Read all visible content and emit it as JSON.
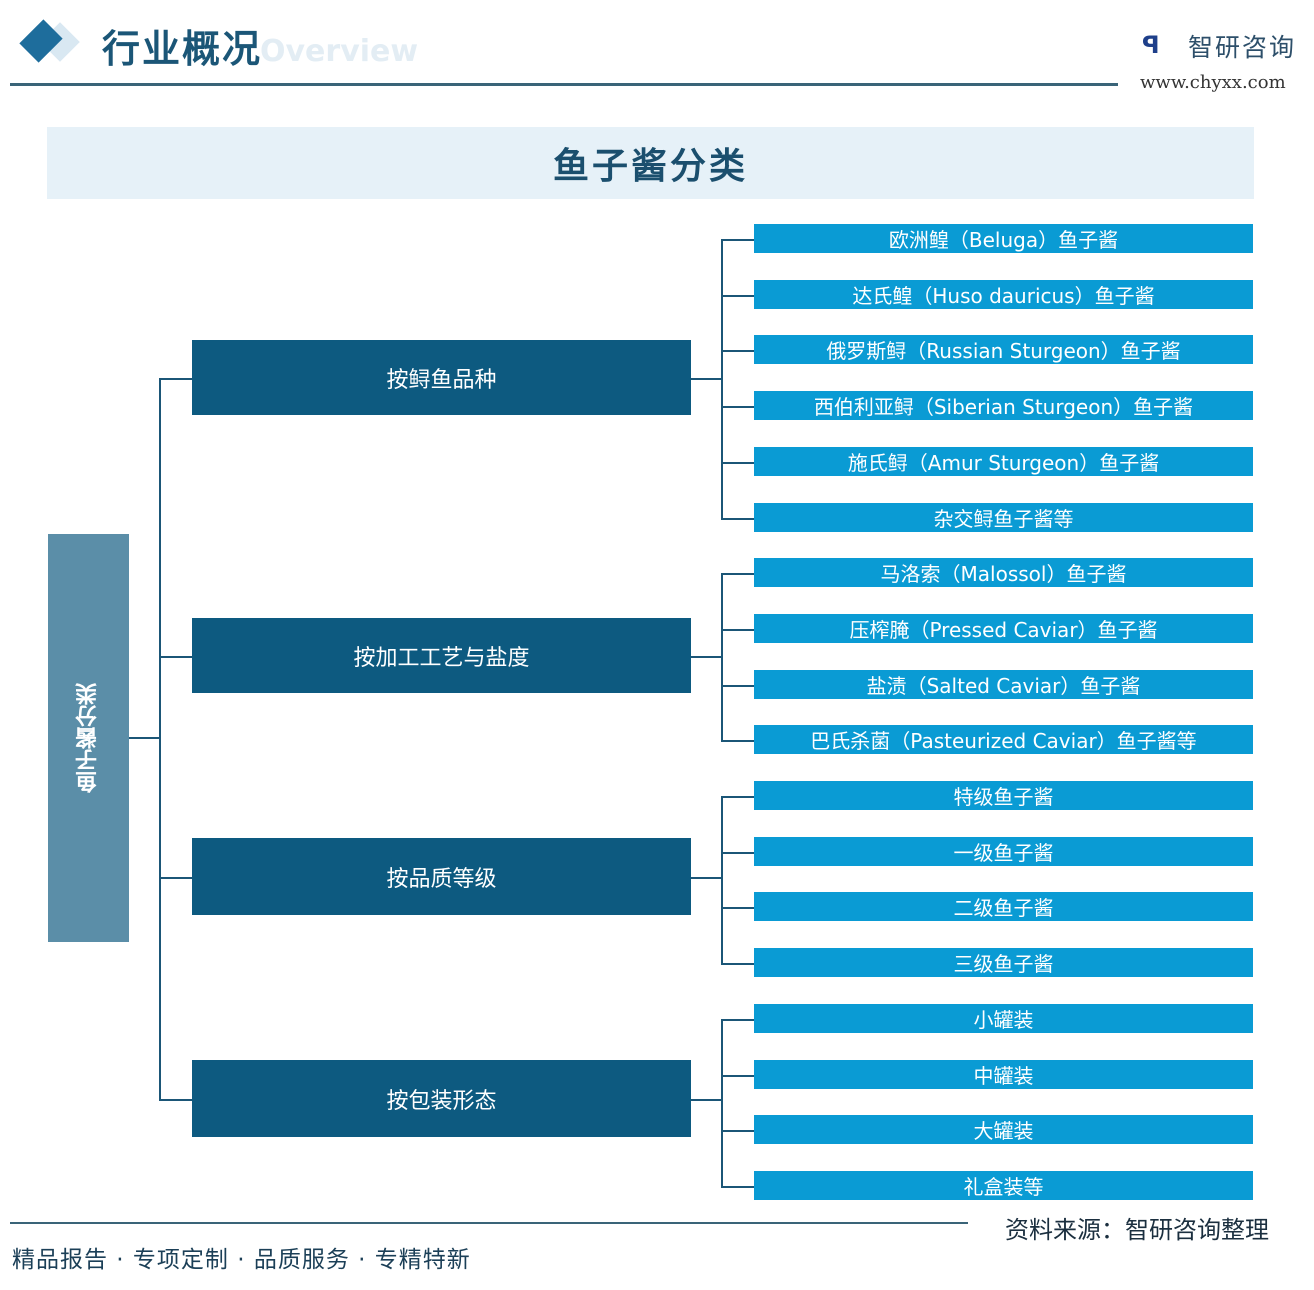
{
  "header": {
    "title": "行业概况",
    "subtitle": "Overview",
    "logo_text": "智研咨询",
    "logo_url": "www.chyxx.com"
  },
  "diagram": {
    "title": "鱼子酱分类",
    "root": "鱼子酱分类",
    "categories": [
      {
        "label": "按鲟鱼品种",
        "items": [
          "欧洲鳇（Beluga）鱼子酱",
          "达氏鳇（Huso dauricus）鱼子酱",
          "俄罗斯鲟（Russian Sturgeon）鱼子酱",
          "西伯利亚鲟（Siberian Sturgeon）鱼子酱",
          "施氏鲟（Amur Sturgeon）鱼子酱",
          "杂交鲟鱼子酱等"
        ]
      },
      {
        "label": "按加工工艺与盐度",
        "items": [
          "马洛索（Malossol）鱼子酱",
          "压榨腌（Pressed Caviar）鱼子酱",
          "盐渍（Salted Caviar）鱼子酱",
          "巴氏杀菌（Pasteurized Caviar）鱼子酱等"
        ]
      },
      {
        "label": "按品质等级",
        "items": [
          "特级鱼子酱",
          "一级鱼子酱",
          "二级鱼子酱",
          "三级鱼子酱"
        ]
      },
      {
        "label": "按包装形态",
        "items": [
          "小罐装",
          "中罐装",
          "大罐装",
          "礼盒装等"
        ]
      }
    ]
  },
  "footer": {
    "slogan": "精品报告 · 专项定制 · 品质服务 · 专精特新",
    "source": "资料来源：智研咨询整理"
  },
  "colors": {
    "category": "#0d5a80",
    "leaf": "#0a9bd4",
    "root": "#5b8ea8"
  }
}
